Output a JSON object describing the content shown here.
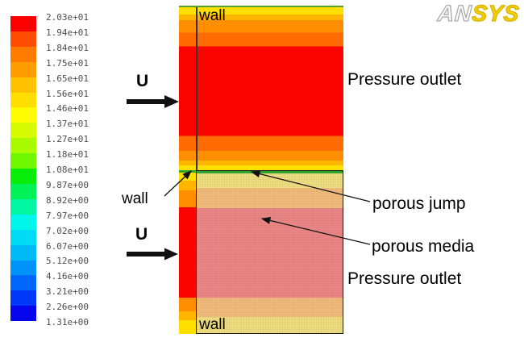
{
  "brand": {
    "an": "AN",
    "sys": "SYS"
  },
  "colorbar": {
    "label_color": "#4d4d4d",
    "labels": [
      "2.03e+01",
      "1.94e+01",
      "1.84e+01",
      "1.75e+01",
      "1.65e+01",
      "1.56e+01",
      "1.46e+01",
      "1.37e+01",
      "1.27e+01",
      "1.18e+01",
      "1.08e+01",
      "9.87e+00",
      "8.92e+00",
      "7.97e+00",
      "7.02e+00",
      "6.07e+00",
      "5.12e+00",
      "4.16e+00",
      "3.21e+00",
      "2.26e+00",
      "1.31e+00"
    ],
    "band_colors": [
      "#FC0000",
      "#FF4D00",
      "#FF7C00",
      "#FF9D00",
      "#FFC100",
      "#FFDE00",
      "#FFFB00",
      "#D6FB00",
      "#ABFB00",
      "#70F800",
      "#0AEC0A",
      "#00F256",
      "#00F6A2",
      "#00F6EA",
      "#00DCF6",
      "#00BAF8",
      "#0094FA",
      "#0066FA",
      "#0038FA",
      "#0505EE"
    ]
  },
  "zones": {
    "interface_color": "#2fa52f",
    "top_wall_color": "#57a02b",
    "outline_color": "#1a1a1a",
    "wall_line_color": "#2d2d2d",
    "upper_bands": [
      {
        "color": "#FFDF00",
        "to": 4.5
      },
      {
        "color": "#FFB400",
        "to": 8
      },
      {
        "color": "#FF8F00",
        "to": 15.5
      },
      {
        "color": "#FF6B00",
        "to": 24
      },
      {
        "color": "#F90400",
        "to": 79
      },
      {
        "color": "#FF6B00",
        "to": 88
      },
      {
        "color": "#FF8F00",
        "to": 94
      },
      {
        "color": "#FFB400",
        "to": 97
      },
      {
        "color": "#FFDF00",
        "to": 100
      }
    ],
    "channel_bands": [
      {
        "color": "#FFDF00",
        "to": 5
      },
      {
        "color": "#FFB400",
        "to": 11
      },
      {
        "color": "#FF8F00",
        "to": 21.5
      },
      {
        "color": "#F90400",
        "to": 77.5
      },
      {
        "color": "#FF8F00",
        "to": 86
      },
      {
        "color": "#FFB400",
        "to": 91.5
      },
      {
        "color": "#FFDF00",
        "to": 100
      }
    ],
    "porous_bands": [
      {
        "color": "#EFE282",
        "to": 9
      },
      {
        "color": "#F2BE7E",
        "to": 21.7
      },
      {
        "color": "#EC8787",
        "to": 77.8
      },
      {
        "color": "#F2BE7E",
        "to": 89.9
      },
      {
        "color": "#EFE282",
        "to": 100
      }
    ]
  },
  "annotations": {
    "wall_top": "wall",
    "wall_left": "wall",
    "wall_bottom": "wall",
    "u_top": "U",
    "u_bottom": "U",
    "pressure_outlet_top": "Pressure outlet",
    "pressure_outlet_bottom": "Pressure outlet",
    "porous_jump": "porous jump",
    "porous_media": "porous media"
  },
  "chart_data": {
    "type": "heatmap",
    "title": "",
    "legend_position": "left",
    "colorbar_tick_labels": [
      "2.03e+01",
      "1.94e+01",
      "1.84e+01",
      "1.75e+01",
      "1.65e+01",
      "1.56e+01",
      "1.46e+01",
      "1.37e+01",
      "1.27e+01",
      "1.18e+01",
      "1.08e+01",
      "9.87e+00",
      "8.92e+00",
      "7.97e+00",
      "7.02e+00",
      "6.07e+00",
      "5.12e+00",
      "4.16e+00",
      "3.21e+00",
      "2.26e+00",
      "1.31e+00"
    ],
    "colorbar_values": [
      20.3,
      19.4,
      18.4,
      17.5,
      16.5,
      15.6,
      14.6,
      13.7,
      12.7,
      11.8,
      10.8,
      9.87,
      8.92,
      7.97,
      7.02,
      6.07,
      5.12,
      4.16,
      3.21,
      2.26,
      1.31
    ],
    "range": [
      1.31,
      20.3
    ],
    "boundary_labels": [
      "wall",
      "Pressure outlet",
      "porous jump",
      "porous media",
      "wall",
      "Pressure outlet",
      "wall"
    ],
    "inlet_labels": [
      "U",
      "U"
    ],
    "regions": [
      {
        "name": "upper channel",
        "core_value": 20.3,
        "core_color": "#F90400",
        "profile": "red high-velocity core with orange/amber/yellow boundary layers near top and bottom walls"
      },
      {
        "name": "inlet channel strip (left of internal wall)",
        "core_value": 20.3,
        "core_color": "#F90400",
        "profile": "same layered velocity profile continuing below the porous-jump interface"
      },
      {
        "name": "porous zone",
        "core_color": "#EC8787",
        "profile": "washed-out salmon core with tan and pale-yellow layers, speckled porous-media texture"
      }
    ]
  }
}
